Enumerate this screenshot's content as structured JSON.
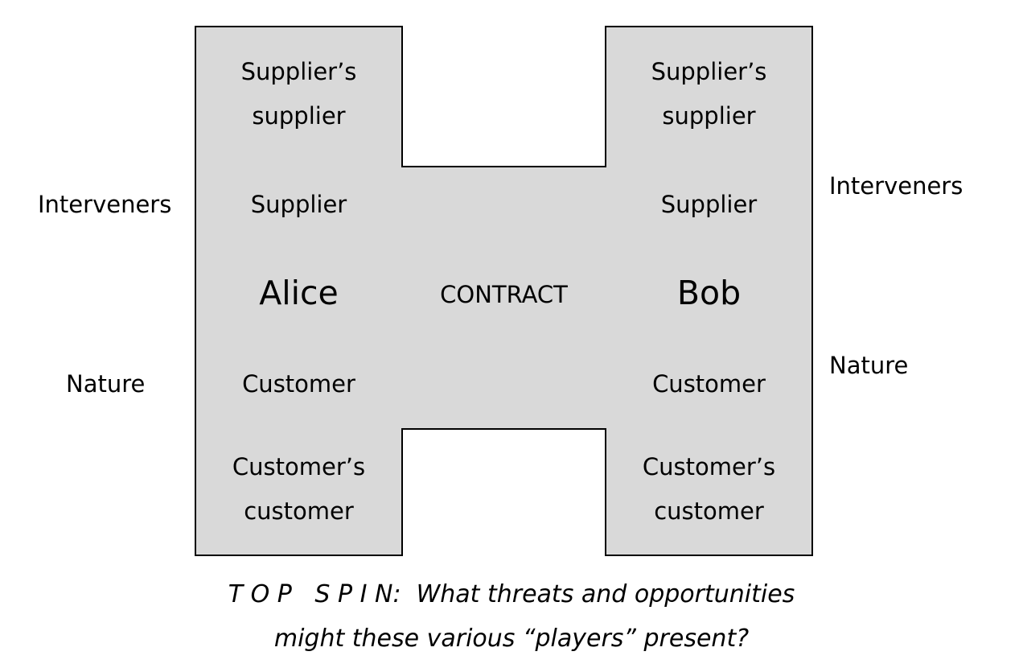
{
  "diagram": {
    "left": {
      "suppliers_supplier": "Supplier’s supplier",
      "supplier": "Supplier",
      "party": "Alice",
      "customer": "Customer",
      "customers_customer": "Customer’s customer"
    },
    "right": {
      "suppliers_supplier": "Supplier’s supplier",
      "supplier": "Supplier",
      "party": "Bob",
      "customer": "Customer",
      "customers_customer": "Customer’s customer"
    },
    "center": "CONTRACT",
    "outside_left": {
      "interveners": "Interveners",
      "nature": "Nature"
    },
    "outside_right": {
      "interveners": "Interveners",
      "nature": "Nature"
    },
    "fill_color": "#d9d9d9",
    "stroke_color": "#000000"
  },
  "caption": {
    "line1": "T O P   S P I N:  What threats and opportunities",
    "line2": "might these various “players” present?"
  }
}
